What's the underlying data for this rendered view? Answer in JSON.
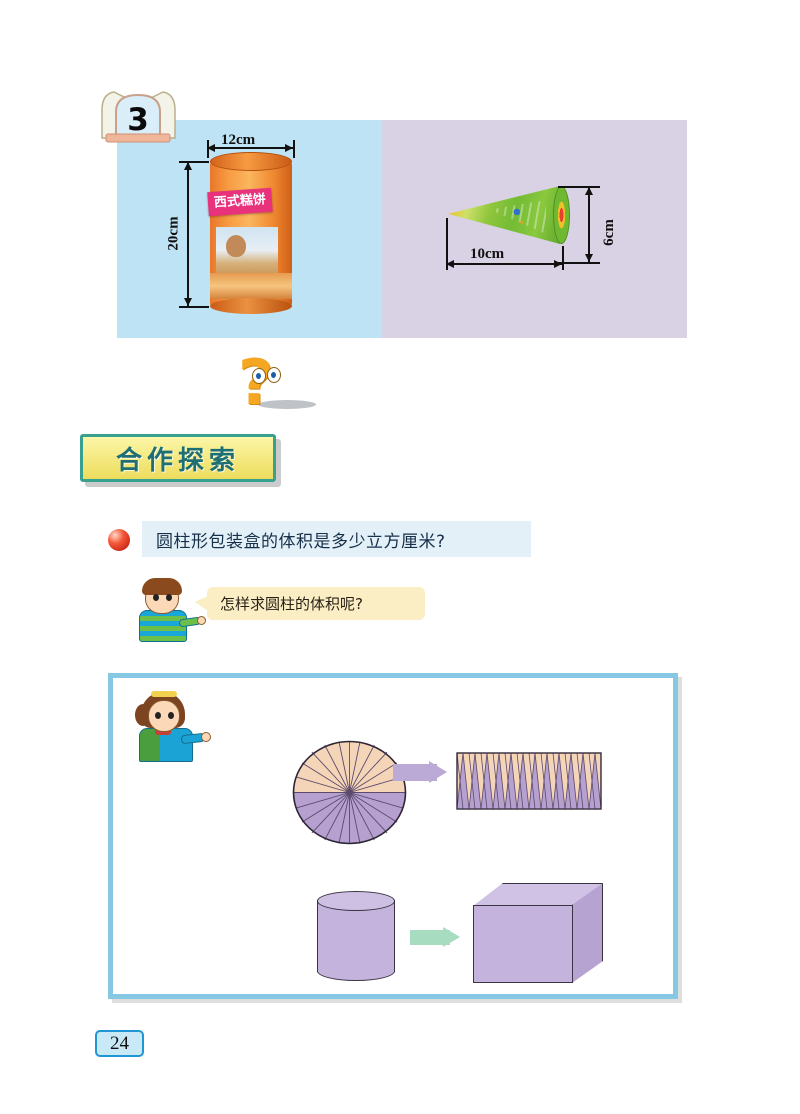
{
  "page": {
    "number": "24",
    "section_number": "3"
  },
  "photos": {
    "cylinder": {
      "product_label": "西式糕饼",
      "width_label": "12cm",
      "height_label": "20cm",
      "background_color": "#bde3f5"
    },
    "cone": {
      "length_label": "10cm",
      "diameter_label": "6cm",
      "background_color": "#d8d2e4"
    }
  },
  "banner": {
    "title": "合作探索",
    "fill_color": "#f3e77a",
    "border_color": "#37a08e",
    "text_color": "#1e6f74"
  },
  "question": {
    "text": "圆柱形包装盒的体积是多少立方厘米?",
    "box_color": "#e4f0f8"
  },
  "speech_bubble": {
    "text": "怎样求圆柱的体积呢?",
    "fill_color": "#fbeec4"
  },
  "exploration_box": {
    "border_color": "#86c8e4",
    "circle_top_color": "#f5d5b8",
    "circle_bottom_color": "#b5a0d0",
    "arrow_top_color": "#bba9d6",
    "arrow_bottom_color": "#a8dcc0",
    "solid_color": "#c4b3dc"
  }
}
